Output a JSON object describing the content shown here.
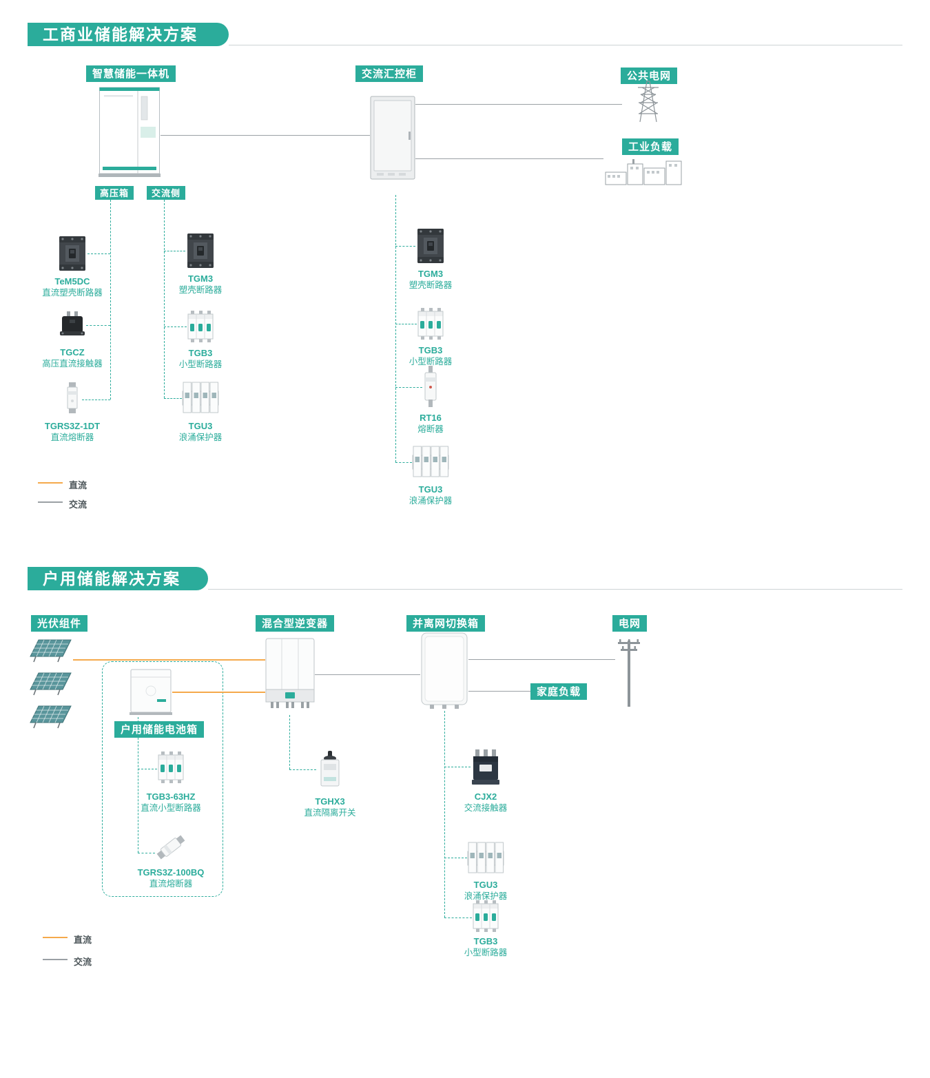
{
  "s1": {
    "title": "工商业储能解决方案",
    "tag_ess": "智慧储能一体机",
    "tag_accab": "交流汇控柜",
    "tag_grid": "公共电网",
    "tag_load": "工业负载",
    "tag_hv": "高压箱",
    "tag_acside": "交流侧",
    "hv": [
      {
        "name": "TeM5DC",
        "desc": "直流塑壳断路器"
      },
      {
        "name": "TGCZ",
        "desc": "高压直流接触器"
      },
      {
        "name": "TGRS3Z-1DT",
        "desc": "直流熔断器"
      }
    ],
    "ac": [
      {
        "name": "TGM3",
        "desc": "塑壳断路器"
      },
      {
        "name": "TGB3",
        "desc": "小型断路器"
      },
      {
        "name": "TGU3",
        "desc": "浪涌保护器"
      }
    ],
    "acc": [
      {
        "name": "TGM3",
        "desc": "塑壳断路器"
      },
      {
        "name": "TGB3",
        "desc": "小型断路器"
      },
      {
        "name": "RT16",
        "desc": "熔断器"
      },
      {
        "name": "TGU3",
        "desc": "浪涌保护器"
      }
    ]
  },
  "s2": {
    "title": "户用储能解决方案",
    "tag_pv": "光伏组件",
    "tag_inv": "混合型逆变器",
    "tag_switch": "并离网切换箱",
    "tag_grid": "电网",
    "tag_home": "家庭负载",
    "tag_batt": "户用储能电池箱",
    "batt": [
      {
        "name": "TGB3-63HZ",
        "desc": "直流小型断路器"
      },
      {
        "name": "TGRS3Z-100BQ",
        "desc": "直流熔断器"
      }
    ],
    "inv": [
      {
        "name": "TGHX3",
        "desc": "直流隔离开关"
      }
    ],
    "sw": [
      {
        "name": "CJX2",
        "desc": "交流接触器"
      },
      {
        "name": "TGU3",
        "desc": "浪涌保护器"
      },
      {
        "name": "TGB3",
        "desc": "小型断路器"
      }
    ]
  },
  "legend": {
    "dc": "直流",
    "ac": "交流"
  },
  "colors": {
    "teal": "#2BAC9B",
    "dc": "#F5A94B",
    "ac": "#9AA0A4"
  }
}
